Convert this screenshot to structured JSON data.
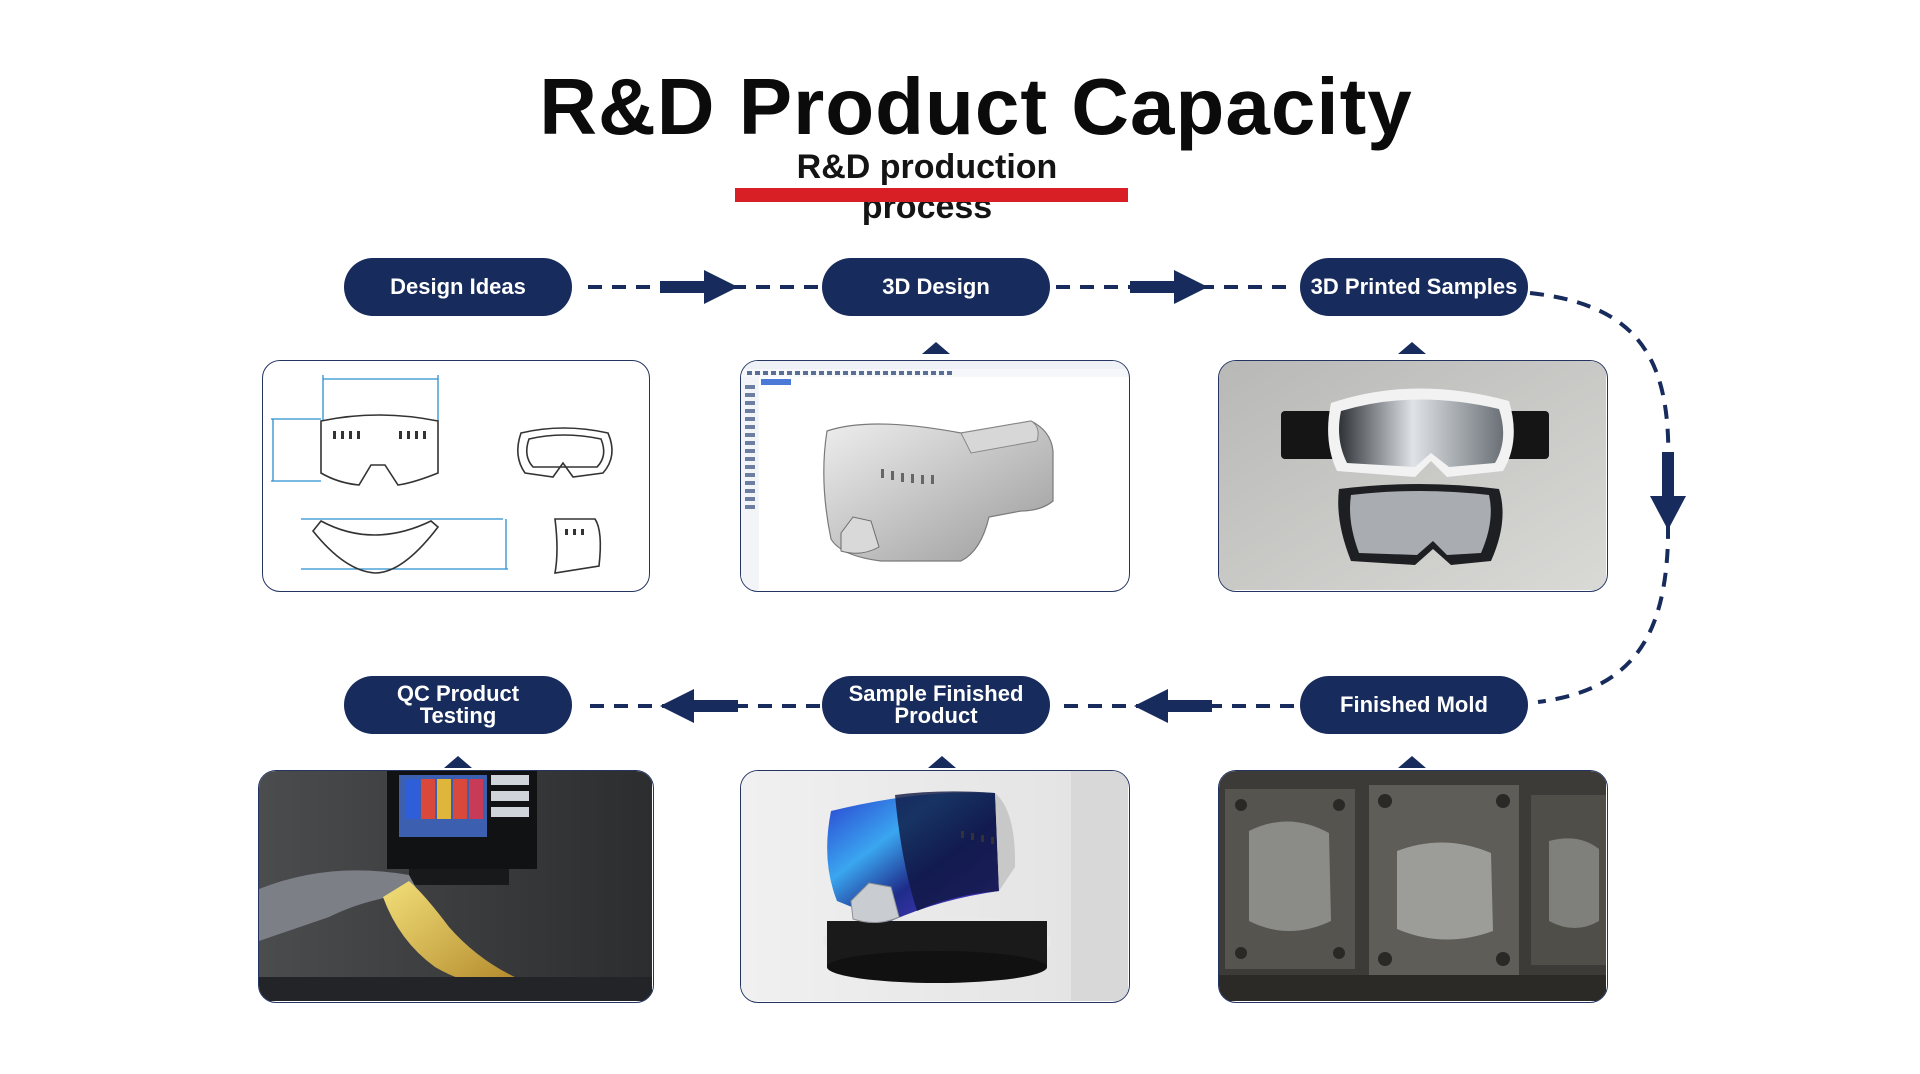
{
  "header": {
    "title": "R&D Product Capacity",
    "subtitle": "R&D production process"
  },
  "steps": [
    {
      "label": "Design Ideas",
      "icon": "technical-drawing-icon"
    },
    {
      "label": "3D Design",
      "icon": "cad-software-icon"
    },
    {
      "label": "3D Printed Samples",
      "icon": "printed-goggles-photo"
    },
    {
      "label": "Finished Mold",
      "icon": "mold-photo"
    },
    {
      "label": "Sample Finished\nProduct",
      "icon": "goggle-photo"
    },
    {
      "label": "QC Product\nTesting",
      "icon": "lens-testing-photo"
    }
  ],
  "colors": {
    "pill": "#172b5c",
    "accent": "#d91f26",
    "title": "#0b0b0b"
  }
}
